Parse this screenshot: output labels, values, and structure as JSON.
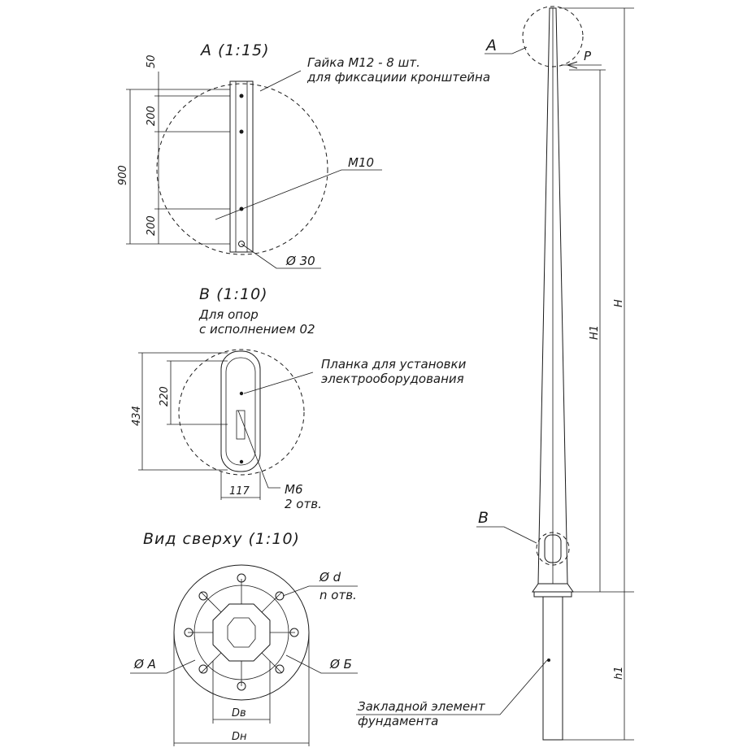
{
  "colors": {
    "ink": "#1a1a1a",
    "background": "#ffffff"
  },
  "detail_a": {
    "title": "A (1:15)",
    "nut_note_line1": "Гайка М12 - 8 шт.",
    "nut_note_line2": "для фиксациии кронштейна",
    "bolt_label": "М10",
    "hole_label": "Ø 30",
    "dim_50": "50",
    "dim_200_top": "200",
    "dim_900": "900",
    "dim_200_bottom": "200"
  },
  "detail_b": {
    "title": "В (1:10)",
    "note_line1": "Для опор",
    "note_line2": "с исполнением 02",
    "plate_note_line1": "Планка для установки",
    "plate_note_line2": "электрооборудования",
    "dim_434": "434",
    "dim_220": "220",
    "dim_117": "117",
    "screw_label_line1": "М6",
    "screw_label_line2": "2 отв."
  },
  "top_view": {
    "title": "Вид сверху (1:10)",
    "hole_label_line1": "Ø d",
    "hole_label_line2": "n отв.",
    "dia_a": "Ø A",
    "dia_b": "Ø Б",
    "dim_db": "Dв",
    "dim_dn": "Dн"
  },
  "pole": {
    "callout_a": "А",
    "callout_b": "В",
    "load_label": "Р",
    "dim_h1_upper": "H1",
    "dim_h": "H",
    "dim_h1_lower": "h1",
    "embed_line1": "Закладной элемент",
    "embed_line2": "фундамента"
  }
}
